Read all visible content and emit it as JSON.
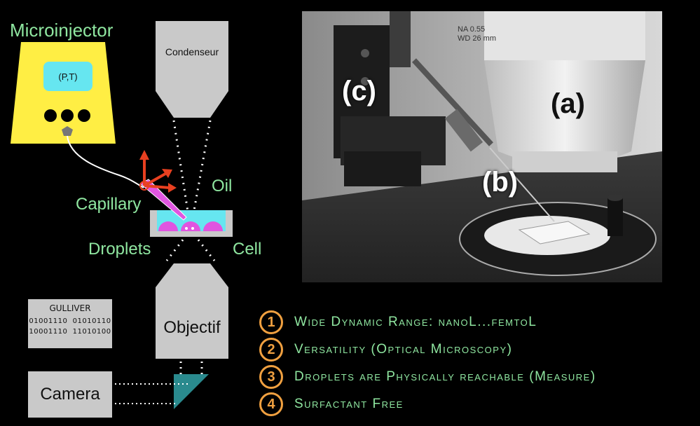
{
  "diagram": {
    "microinjector_label": "Microinjector",
    "pt_label": "(P,T)",
    "condenseur_label": "Condenseur",
    "oil_label": "Oil",
    "capillary_label": "Capillary",
    "droplets_label": "Droplets",
    "cell_label": "Cell",
    "objectif_label": "Objectif",
    "camera_label": "Camera",
    "gulliver": {
      "title": "GULLIVER",
      "bits_row1": "01001110  01010110",
      "bits_row2": "10001110  11010100"
    }
  },
  "photo": {
    "label_a": "(a)",
    "label_b": "(b)",
    "label_c": "(c)",
    "lens_text_line1": "NA 0.55",
    "lens_text_line2": "WD 26 mm"
  },
  "points": [
    {
      "number": "1",
      "text": "Wide Dynamic Range: nanoL...femtoL"
    },
    {
      "number": "2",
      "text": "Versatility (Optical Microscopy)"
    },
    {
      "number": "3",
      "text": "Droplets are Physically reachable (Measure)"
    },
    {
      "number": "4",
      "text": "Surfactant Free"
    }
  ],
  "colors": {
    "green_text": "#8fe6a0",
    "yellow": "#ffee44",
    "cyan": "#66e6f0",
    "magenta": "#e055e0",
    "orange": "#f0a040",
    "gray": "#c9c9c9",
    "red_arrow": "#e84020",
    "teal_prism": "#2a8a8e"
  }
}
